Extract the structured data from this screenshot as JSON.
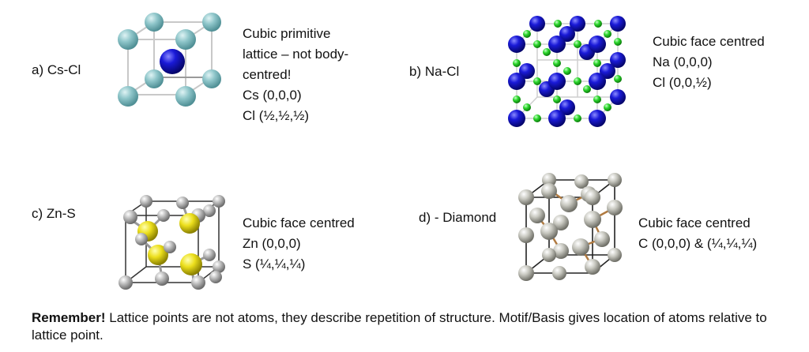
{
  "panels": {
    "a": {
      "label": "a) Cs-Cl",
      "lines": [
        "Cubic primitive",
        "lattice – not body-",
        "centred!",
        "Cs (0,0,0)",
        "Cl (½,½,½)"
      ]
    },
    "b": {
      "label": "b) Na-Cl",
      "lines": [
        "Cubic face centred",
        "Na (0,0,0)",
        "Cl (0,0,½)"
      ]
    },
    "c": {
      "label": "c) Zn-S",
      "lines": [
        "Cubic face centred",
        "Zn (0,0,0)",
        "S (¼,¼,¼)"
      ]
    },
    "d": {
      "label": "d) - Diamond",
      "lines": [
        "Cubic face centred",
        "C (0,0,0) & (¼,¼,¼)"
      ]
    }
  },
  "note": {
    "emphasis": "Remember!",
    "text": " Lattice points are not atoms, they describe repetition of structure. Motif/Basis gives location of atoms relative to lattice point."
  },
  "colors": {
    "cs_atom": "#7fbfc4",
    "cl_center": "#1a1ad0",
    "na_atom": "#1010c8",
    "cl_atom": "#22cc22",
    "zn_atom": "#bdbdbd",
    "s_atom": "#e8e020",
    "c_atom": "#c4c4bc"
  }
}
